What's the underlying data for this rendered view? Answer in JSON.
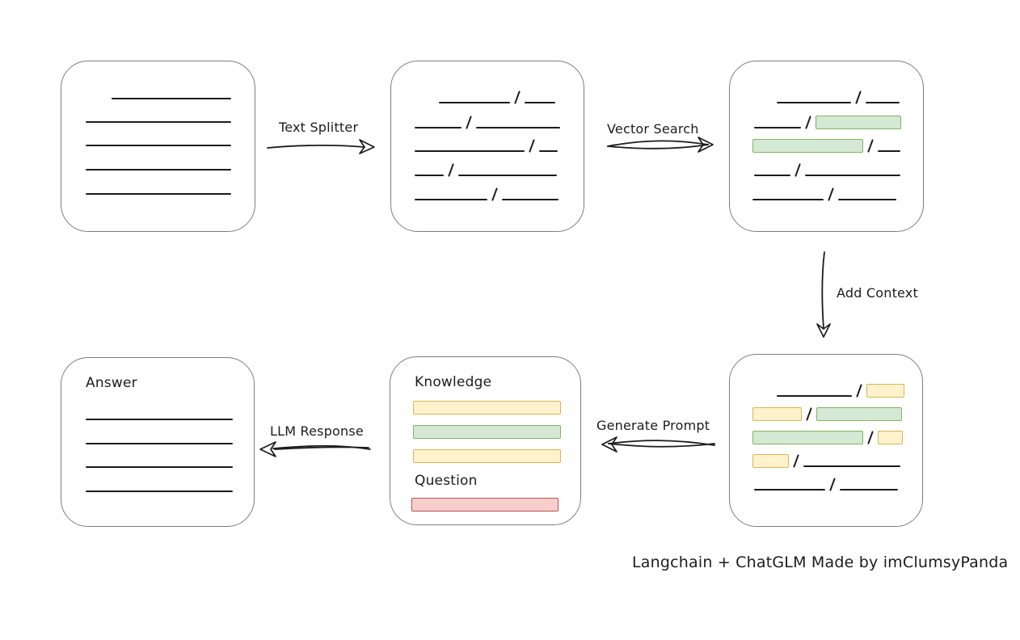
{
  "labels": {
    "text_splitter": "Text Splitter",
    "vector_search": "Vector Search",
    "add_context": "Add Context",
    "generate_prompt": "Generate Prompt",
    "llm_response": "LLM Response"
  },
  "node_titles": {
    "knowledge": "Knowledge",
    "question": "Question",
    "answer": "Answer"
  },
  "caption": "Langchain + ChatGLM Made by imClumsyPanda",
  "colors": {
    "ink": "#1c1c1c",
    "box_border": "#7d7d7d",
    "chunk_green_fill": "#d5e8d4",
    "chunk_green_stroke": "#82b366",
    "chunk_yellow_fill": "#fff2cc",
    "chunk_yellow_stroke": "#d6b656",
    "question_red_fill": "#f8cecc",
    "question_red_stroke": "#b85450"
  },
  "nodes": {
    "source_document": {
      "line_count": 5
    },
    "split_chunks": {
      "row_count": 5
    },
    "vector_search_result": {
      "green_highlighted_rows": [
        2,
        3
      ]
    },
    "context_chunks": {
      "green_rows": [
        2,
        3
      ],
      "yellow_chunk_count": 4
    },
    "prompt": {
      "knowledge_bars": [
        "yellow",
        "green",
        "yellow"
      ],
      "question_bars": [
        "red"
      ]
    },
    "answer": {
      "line_count": 4
    }
  }
}
